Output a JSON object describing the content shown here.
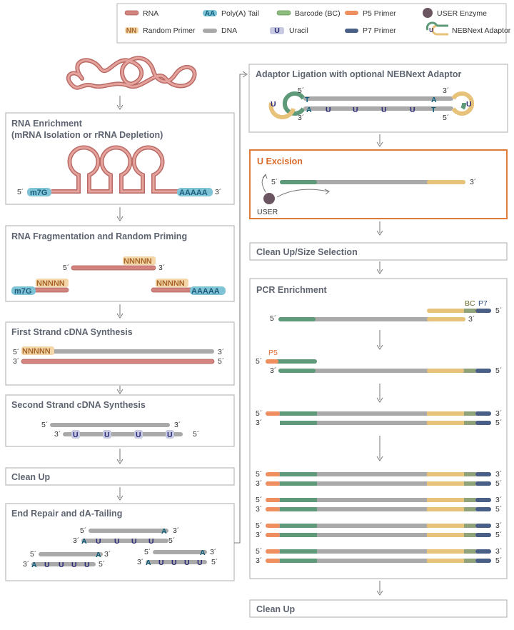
{
  "legend": {
    "rna": "RNA",
    "polya": "Poly(A) Tail",
    "polya_glyph": "AA",
    "barcode": "Barcode (BC)",
    "p5": "P5 Primer",
    "user_enzyme": "USER Enzyme",
    "random_primer": "Random Primer",
    "random_glyph": "NN",
    "dna": "DNA",
    "uracil": "Uracil",
    "uracil_glyph": "U",
    "p7": "P7 Primer",
    "adaptor": "NEBNext Adaptor"
  },
  "steps_left": {
    "rna_enrichment": {
      "title1": "RNA Enrichment",
      "title2": "(mRNA Isolation or rRNA Depletion)"
    },
    "fragmentation": "RNA Fragmentation and Random Priming",
    "first_strand": "First Strand cDNA Synthesis",
    "second_strand": "Second Strand cDNA Synthesis",
    "cleanup1": "Clean Up",
    "end_repair": "End Repair and dA-Tailing"
  },
  "steps_right": {
    "adaptor_ligation": "Adaptor Ligation with optional NEBNext Adaptor",
    "u_excision": "U Excision",
    "cleanup_size": "Clean Up/Size Selection",
    "pcr": "PCR Enrichment",
    "cleanup2": "Clean Up"
  },
  "labels": {
    "five": "5´",
    "three": "3´",
    "m7g": "m7G",
    "aaaaa": "AAAAA",
    "nnnnn": "NNNNN",
    "u": "U",
    "a": "A",
    "t": "T",
    "user": "USER",
    "bc": "BC",
    "p7": "P7",
    "p5": "P5"
  },
  "colors": {
    "rna": "#d4847f",
    "dna": "#a9a9a9",
    "barcode": "#5e9a7a",
    "p5": "#ef8e5f",
    "p7": "#4a5f85",
    "adaptor_yellow": "#e7c27a",
    "polya": "#7fc4d6",
    "u_excision_border": "#e07a3a",
    "u_excision_title": "#d96a2a"
  }
}
